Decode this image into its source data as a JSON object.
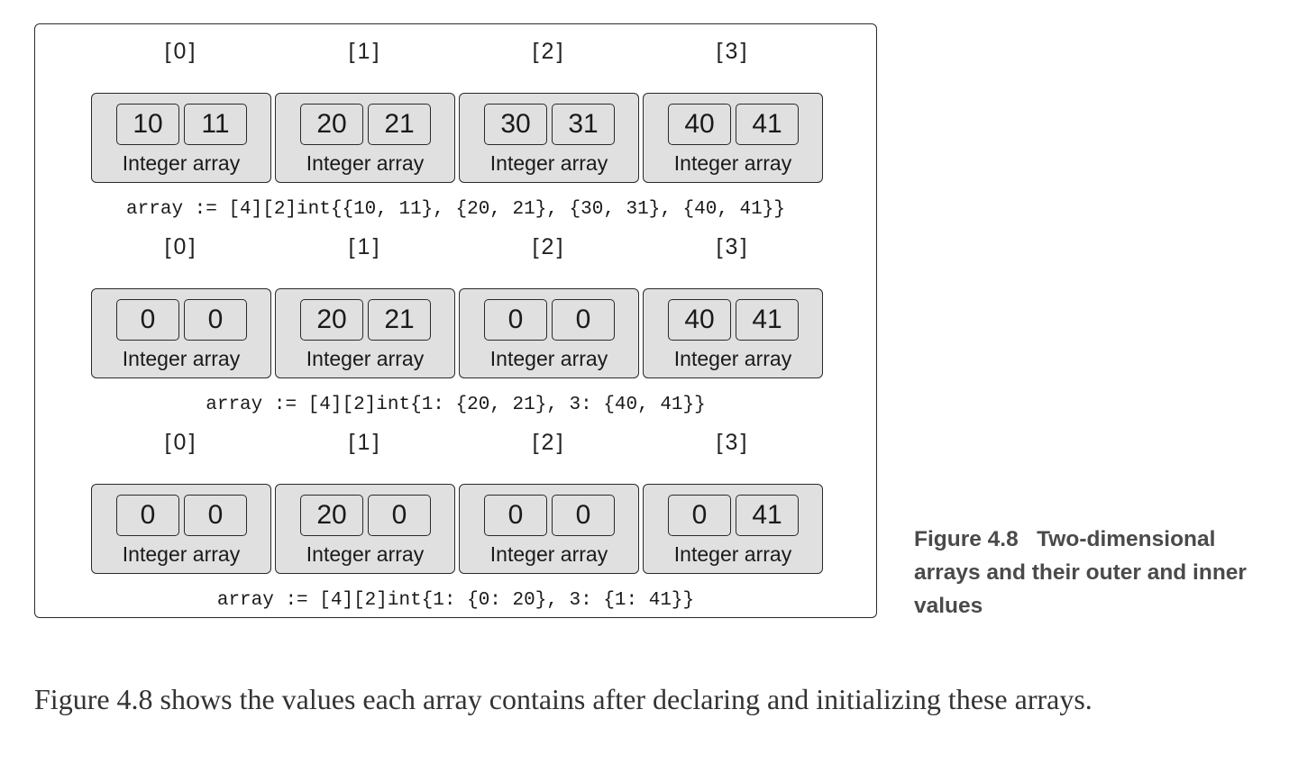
{
  "rows": [
    {
      "indices": [
        "[0]",
        "[1]",
        "[2]",
        "[3]"
      ],
      "cells": [
        [
          "10",
          "11"
        ],
        [
          "20",
          "21"
        ],
        [
          "30",
          "31"
        ],
        [
          "40",
          "41"
        ]
      ],
      "box_label": "Integer array",
      "code": "array := [4][2]int{{10, 11}, {20, 21}, {30, 31}, {40, 41}}"
    },
    {
      "indices": [
        "[0]",
        "[1]",
        "[2]",
        "[3]"
      ],
      "cells": [
        [
          "0",
          "0"
        ],
        [
          "20",
          "21"
        ],
        [
          "0",
          "0"
        ],
        [
          "40",
          "41"
        ]
      ],
      "box_label": "Integer array",
      "code": "array := [4][2]int{1: {20, 21}, 3: {40, 41}}"
    },
    {
      "indices": [
        "[0]",
        "[1]",
        "[2]",
        "[3]"
      ],
      "cells": [
        [
          "0",
          "0"
        ],
        [
          "20",
          "0"
        ],
        [
          "0",
          "0"
        ],
        [
          "0",
          "41"
        ]
      ],
      "box_label": "Integer array",
      "code": "array := [4][2]int{1: {0: 20}, 3: {1: 41}}"
    }
  ],
  "caption": {
    "label": "Figure 4.8",
    "text": "Two-dimensional arrays and their outer and inner values"
  },
  "body_text": "Figure 4.8 shows the values each array contains after declaring and initializing these arrays.",
  "colors": {
    "box_fill": "#e0e0e1",
    "border": "#2a2a2a",
    "caption": "#4a4a4a"
  }
}
